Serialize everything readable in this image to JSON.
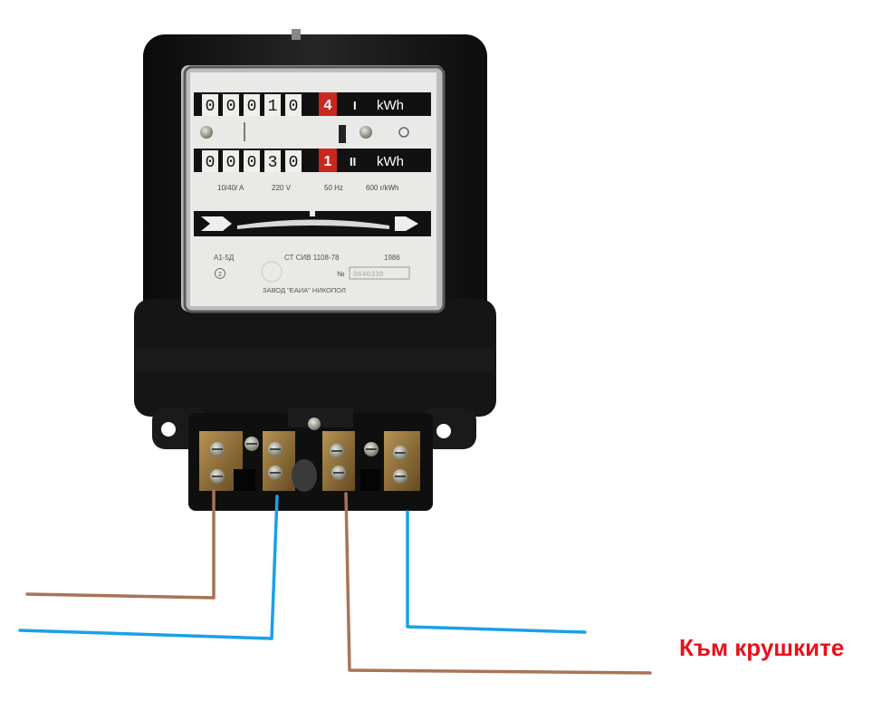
{
  "meter": {
    "register1": {
      "digits": [
        "0",
        "0",
        "0",
        "1",
        "0"
      ],
      "fraction": "4",
      "unit": "kWh",
      "mark": "I"
    },
    "register2": {
      "digits": [
        "0",
        "0",
        "0",
        "3",
        "0"
      ],
      "fraction": "1",
      "unit": "kWh",
      "mark": "II"
    },
    "rating_current": "10/40/ A",
    "rating_voltage": "220 V",
    "rating_frequency": "50 Hz",
    "rating_constant": "600 r/kWh",
    "model_type": "A1-5Д",
    "standard": "СТ СИВ 1108-78",
    "year": "1986",
    "class_symbol": "2",
    "serial_prefix": "№",
    "serial": "0640330",
    "factory": "ЗАВОД \"ЕАИА\" НИКОПОЛ"
  },
  "label": {
    "text": "Към крушките",
    "color": "#e8101b"
  },
  "colors": {
    "wire_phase": "#a87456",
    "wire_neutral": "#1aa0e6",
    "housing": "#141414",
    "dial": "#e9e9e7"
  }
}
